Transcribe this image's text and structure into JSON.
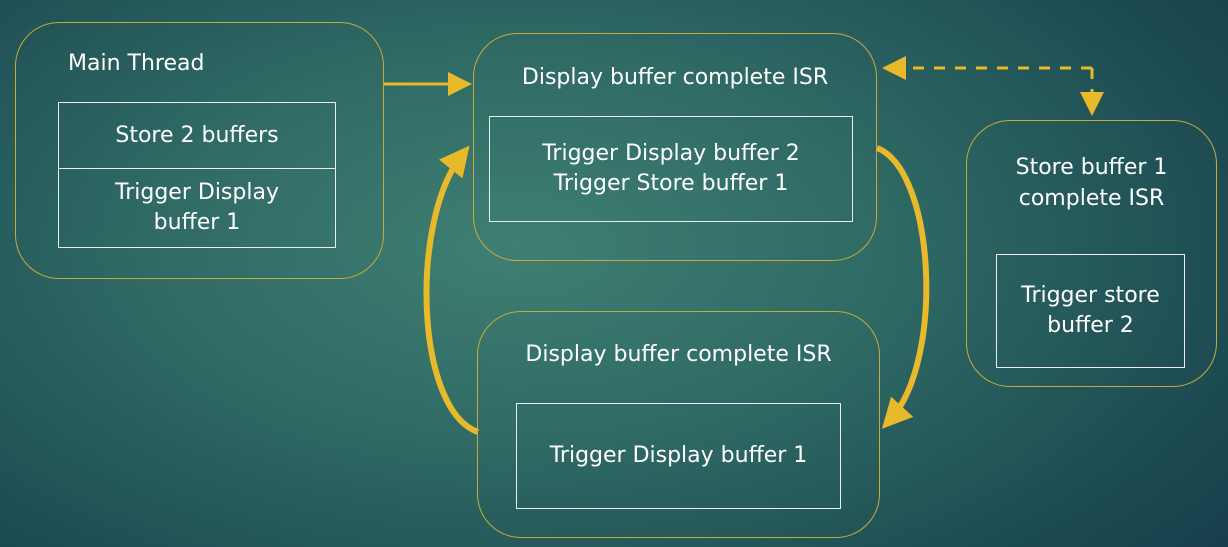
{
  "main_thread": {
    "title": "Main Thread",
    "steps": [
      "Store 2 buffers",
      "Trigger Display buffer 1"
    ]
  },
  "display_isr_top": {
    "title": "Display buffer complete ISR",
    "lines": [
      "Trigger Display buffer 2",
      "Trigger Store buffer 1"
    ]
  },
  "display_isr_bottom": {
    "title": "Display buffer complete ISR",
    "action": "Trigger Display buffer 1"
  },
  "store_isr": {
    "title_lines": [
      "Store buffer 1",
      "complete ISR"
    ],
    "action": "Trigger store buffer 2"
  },
  "colors": {
    "arrow": "#e8b92a",
    "panel_border": "#c9a93a"
  }
}
